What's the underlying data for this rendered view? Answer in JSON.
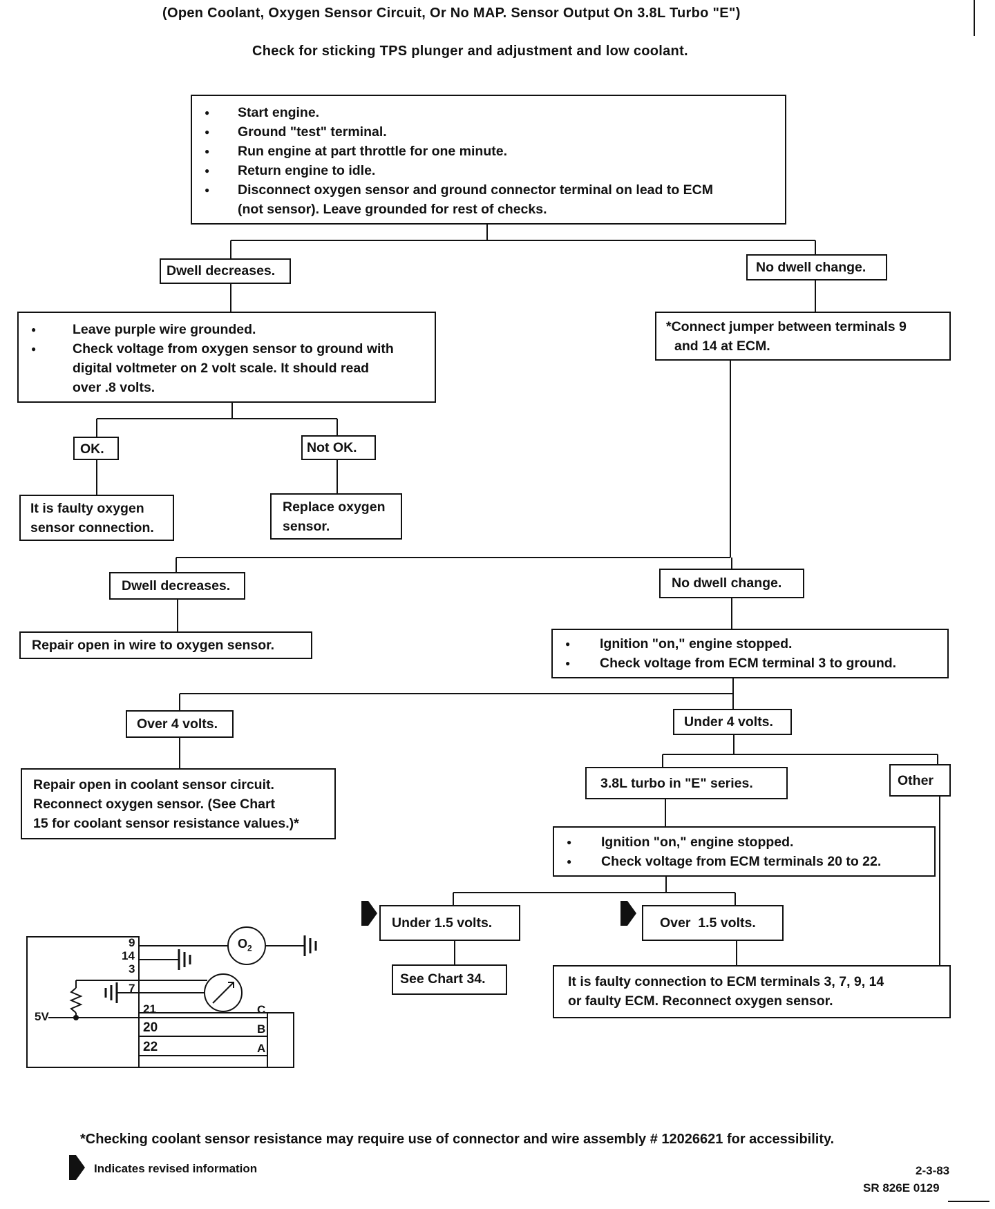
{
  "header": {
    "subtitle": "(Open Coolant, Oxygen Sensor Circuit, Or No MAP. Sensor Output On 3.8L Turbo \"E\")",
    "precheck": "Check for sticking TPS plunger and adjustment and low coolant."
  },
  "start_box": {
    "items": [
      "Start engine.",
      "Ground \"test\" terminal.",
      "Run engine at part throttle for one minute.",
      "Return engine to idle.",
      "Disconnect oxygen sensor and ground connector terminal on lead to ECM",
      "(not sensor). Leave grounded for rest of checks."
    ]
  },
  "branch1": {
    "left_label": "Dwell decreases.",
    "right_label": "No dwell change.",
    "left_box": [
      "Leave purple wire grounded.",
      "Check voltage from oxygen sensor to ground with",
      "digital voltmeter on 2 volt scale. It should read",
      "over .8 volts."
    ],
    "right_box": [
      "*Connect jumper between terminals 9",
      "and 14 at ECM."
    ]
  },
  "branch2": {
    "ok_label": "OK.",
    "notok_label": "Not OK.",
    "ok_result": [
      "It is faulty oxygen",
      "sensor connection."
    ],
    "notok_result": [
      "Replace oxygen",
      "sensor."
    ]
  },
  "branch3": {
    "left_label": "Dwell decreases.",
    "right_label": "No dwell change.",
    "left_result": "Repair open in wire to oxygen sensor.",
    "right_box": [
      "Ignition \"on,\" engine stopped.",
      "Check voltage from ECM terminal 3 to ground."
    ]
  },
  "branch4": {
    "left_label": "Over 4 volts.",
    "right_label": "Under 4 volts.",
    "left_result": [
      "Repair open in coolant sensor circuit.",
      "Reconnect oxygen sensor. (See Chart",
      "15 for coolant sensor resistance values.)*"
    ],
    "turbo_label": "3.8L turbo in \"E\" series.",
    "other_label": "Other",
    "turbo_box": [
      "Ignition \"on,\" engine stopped.",
      "Check voltage from ECM terminals 20 to 22."
    ]
  },
  "branch5": {
    "under_label": "Under 1.5 volts.",
    "over_label": "Over  1.5 volts.",
    "under_result": "See Chart 34.",
    "over_result": [
      "It is faulty connection to ECM terminals 3, 7, 9, 14",
      "or faulty ECM. Reconnect oxygen sensor."
    ]
  },
  "schematic": {
    "terminals": [
      "9",
      "14",
      "3",
      "7",
      "21",
      "20",
      "22"
    ],
    "pins": [
      "C",
      "B",
      "A"
    ],
    "voltage": "5V",
    "sensor_label": "O",
    "sensor_sub": "2"
  },
  "footer": {
    "note": "*Checking coolant sensor resistance may require use of connector and wire assembly # 12026621 for accessibility.",
    "legend": "Indicates revised information",
    "date": "2-3-83",
    "code": "SR 826E 0129"
  }
}
